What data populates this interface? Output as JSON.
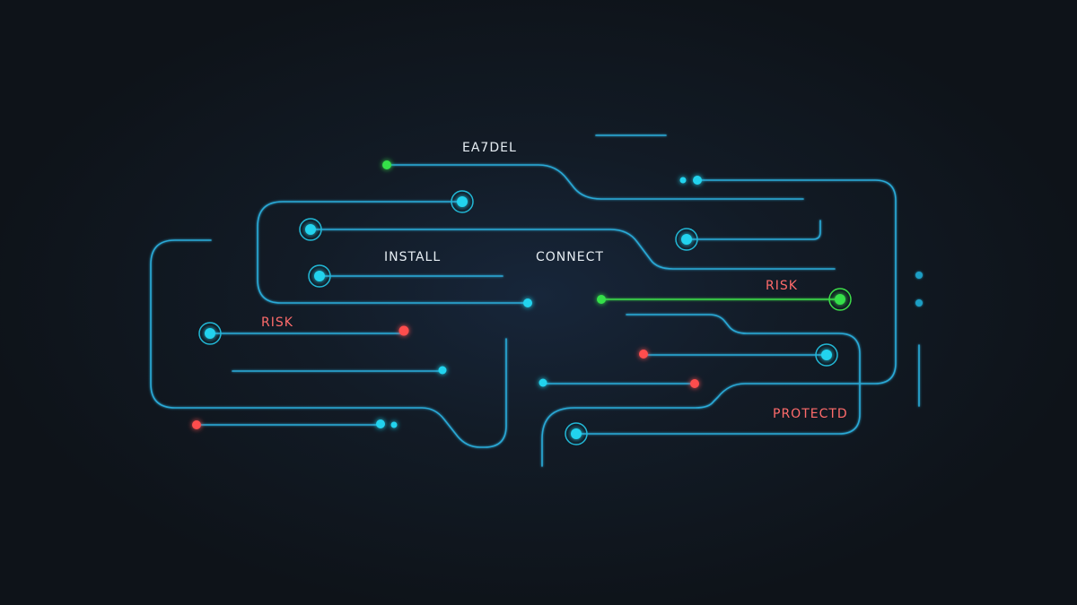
{
  "colors": {
    "background": "#0f141a",
    "trace_blue": "#2aa9d6",
    "trace_green": "#3ddc4a",
    "node_cyan": "#22d3ee",
    "node_green": "#34e04a",
    "node_red": "#ff4d4d",
    "label_light": "#e6edf3",
    "label_red": "#ff6b6b"
  },
  "labels": {
    "top": "EA7DEL",
    "install": "INSTALL",
    "connect": "CONNECT",
    "risk_left": "RISK",
    "risk_right": "RISK",
    "protect": "PROTECTD"
  }
}
